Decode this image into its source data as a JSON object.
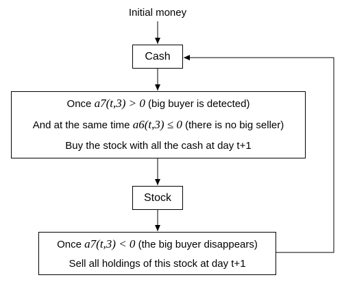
{
  "nodes": {
    "start": "Initial money",
    "cash": "Cash",
    "buy_rule": {
      "line1_prefix": "Once",
      "line1_math": "a7(t,3) > 0",
      "line1_note": "(big buyer is detected)",
      "line2_prefix": "And at the same time",
      "line2_math": "a6(t,3) ≤ 0",
      "line2_note": "(there is no big seller)",
      "line3": "Buy the stock with all the cash at day t+1"
    },
    "stock": "Stock",
    "sell_rule": {
      "line1_prefix": "Once",
      "line1_math": "a7(t,3) < 0",
      "line1_note": "(the big buyer disappears)",
      "line2": "Sell all holdings of this stock at day t+1"
    }
  },
  "edges": [
    {
      "from": "start",
      "to": "cash"
    },
    {
      "from": "cash",
      "to": "buy_rule"
    },
    {
      "from": "buy_rule",
      "to": "stock"
    },
    {
      "from": "stock",
      "to": "sell_rule"
    },
    {
      "from": "sell_rule",
      "to": "cash"
    }
  ]
}
